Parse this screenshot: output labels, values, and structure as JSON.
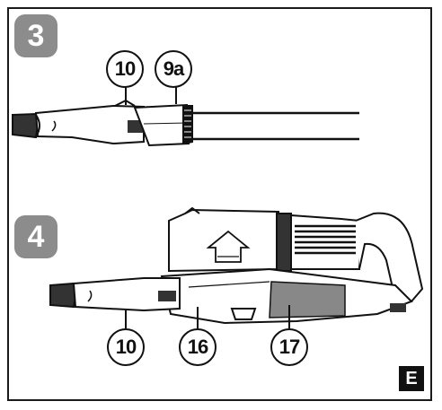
{
  "steps": [
    {
      "number": "3"
    },
    {
      "number": "4"
    }
  ],
  "callouts": {
    "step3": [
      "10",
      "9a"
    ],
    "step4": [
      "10",
      "16",
      "17"
    ]
  },
  "figure_letter": "E",
  "icons": [
    "up-arrow-icon",
    "vacuum-nozzle",
    "brush-tool",
    "handheld-vacuum"
  ]
}
